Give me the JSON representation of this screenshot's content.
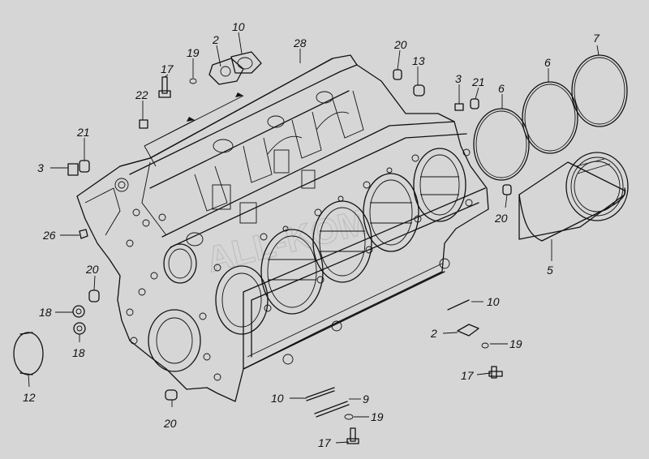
{
  "diagram": {
    "watermark": "ALL-KOM",
    "callouts": [
      {
        "id": "c-2-top",
        "text": "2"
      },
      {
        "id": "c-10-top",
        "text": "10"
      },
      {
        "id": "c-28",
        "text": "28"
      },
      {
        "id": "c-20-top",
        "text": "20"
      },
      {
        "id": "c-13",
        "text": "13"
      },
      {
        "id": "c-7",
        "text": "7"
      },
      {
        "id": "c-6-right",
        "text": "6"
      },
      {
        "id": "c-6-left",
        "text": "6"
      },
      {
        "id": "c-19-top",
        "text": "19"
      },
      {
        "id": "c-17-top",
        "text": "17"
      },
      {
        "id": "c-22",
        "text": "22"
      },
      {
        "id": "c-21-left",
        "text": "21"
      },
      {
        "id": "c-3-left",
        "text": "3"
      },
      {
        "id": "c-3-right",
        "text": "3"
      },
      {
        "id": "c-21-right",
        "text": "21"
      },
      {
        "id": "c-20-right",
        "text": "20"
      },
      {
        "id": "c-5",
        "text": "5"
      },
      {
        "id": "c-26",
        "text": "26"
      },
      {
        "id": "c-20-left",
        "text": "20"
      },
      {
        "id": "c-18-upper",
        "text": "18"
      },
      {
        "id": "c-18-lower",
        "text": "18"
      },
      {
        "id": "c-12",
        "text": "12"
      },
      {
        "id": "c-10-right",
        "text": "10"
      },
      {
        "id": "c-2-right",
        "text": "2"
      },
      {
        "id": "c-19-right",
        "text": "19"
      },
      {
        "id": "c-17-right",
        "text": "17"
      },
      {
        "id": "c-20-bottom",
        "text": "20"
      },
      {
        "id": "c-10-bottom",
        "text": "10"
      },
      {
        "id": "c-9",
        "text": "9"
      },
      {
        "id": "c-19-bottom",
        "text": "19"
      },
      {
        "id": "c-17-bottom",
        "text": "17"
      }
    ]
  }
}
